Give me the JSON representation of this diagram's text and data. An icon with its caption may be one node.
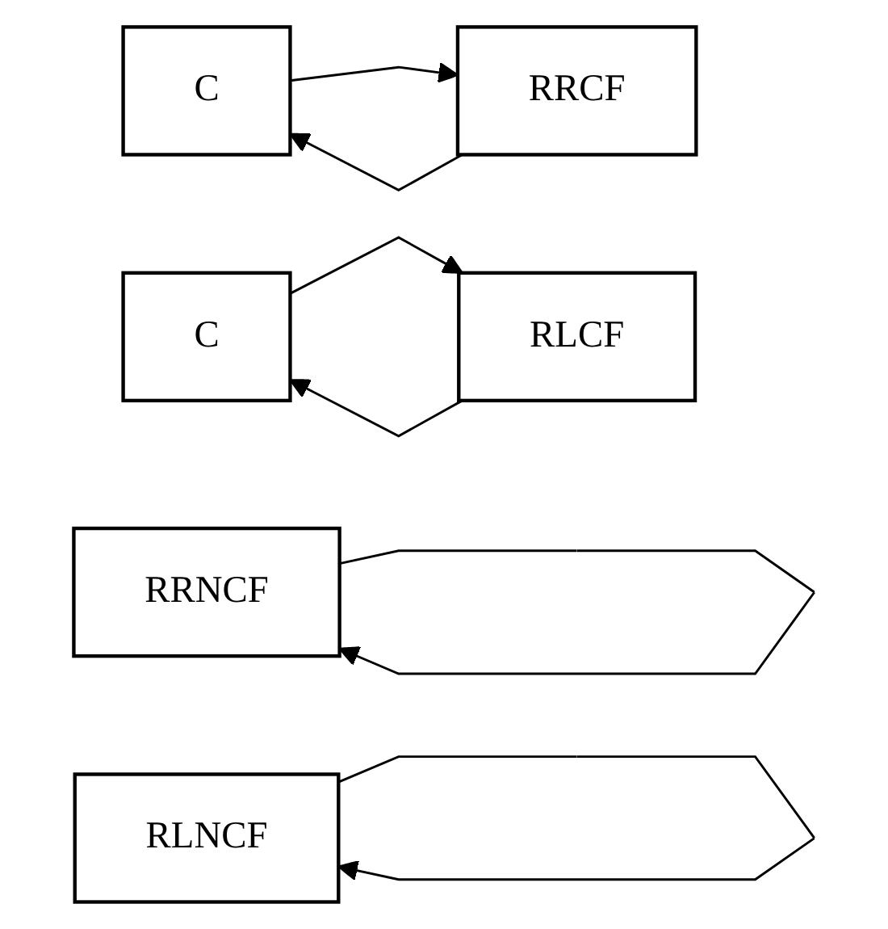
{
  "diagram": {
    "nodes": [
      {
        "text": [
          "RRNCF"
        ]
      },
      {
        "text": [
          "RLNCF"
        ]
      },
      {
        "text": [
          "C"
        ]
      },
      {
        "text": [
          "RRCF"
        ]
      },
      {
        "text": [
          "C"
        ]
      },
      {
        "text": [
          "RLCF"
        ]
      }
    ],
    "edges": [
      {
        "from": 0,
        "to": 0,
        "arrow": "to"
      },
      {
        "from": 1,
        "to": 1,
        "arrow": "to"
      },
      {
        "from": 2,
        "to": 3,
        "arrow": "to"
      },
      {
        "from": 3,
        "to": 2,
        "arrow": "to"
      },
      {
        "from": 4,
        "to": 5,
        "arrow": "to"
      },
      {
        "from": 5,
        "to": 4,
        "arrow": "to"
      }
    ]
  }
}
